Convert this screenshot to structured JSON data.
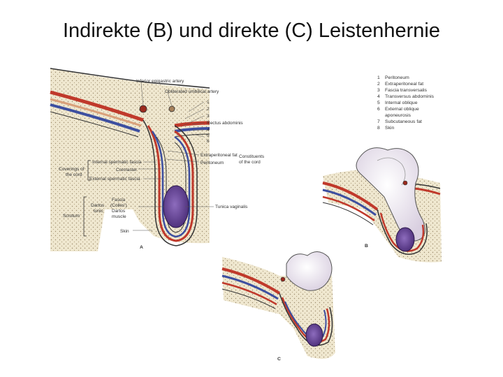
{
  "slide": {
    "title": "Indirekte (B) und direkte (C) Leistenhernie"
  },
  "figure": {
    "panel_labels": {
      "a": "A",
      "b": "B",
      "c": "C"
    },
    "labels_a": {
      "inferior_epigastric_artery": "Inferior epigastric artery",
      "obliterated_umbilical_artery": "Obliterated umbilical artery",
      "n1": "1",
      "n2": "2",
      "n3": "3",
      "n4": "4",
      "n5": "5",
      "n6": "6",
      "rectus_abdominis": "Rectus abdominis",
      "extraperitoneal_fat": "Extraperitoneal fat",
      "peritoneum": "Peritoneum",
      "constituents_1": "Constituents",
      "constituents_2": "of the cord",
      "coverings_1": "Coverings of",
      "coverings_2": "the cord",
      "internal_spermatic_fascia": "Internal spermatic fascia",
      "cremaster": "Cremaster",
      "external_spermatic_fascia": "External spermatic fascia",
      "dartos_1": "Dartos",
      "dartos_2": "tunic",
      "fascia_1": "Fascia",
      "fascia_2": "(Colles')",
      "fascia_3": "Dartos",
      "fascia_4": "muscle",
      "scrotum": "Scrotum",
      "tunica_vaginalis": "Tunica vaginalis",
      "skin": "Skin"
    },
    "legend": [
      {
        "num": "1",
        "text": "Peritoneum"
      },
      {
        "num": "2",
        "text": "Extraperitoneal fat"
      },
      {
        "num": "3",
        "text": "Fascia transversalis"
      },
      {
        "num": "4",
        "text": "Transversus abdominis"
      },
      {
        "num": "5",
        "text": "Internal oblique"
      },
      {
        "num": "6",
        "text": "External oblique"
      },
      {
        "num": "",
        "text": "aponeurosis"
      },
      {
        "num": "7",
        "text": "Subcutaneous fat"
      },
      {
        "num": "8",
        "text": "Skin"
      }
    ],
    "colors": {
      "dots": "#e4d8b8",
      "muscle": "#c0392b",
      "fascia": "#3d4fa0",
      "testis": "#6e4a9a",
      "loop": "#f0eaf4"
    }
  }
}
